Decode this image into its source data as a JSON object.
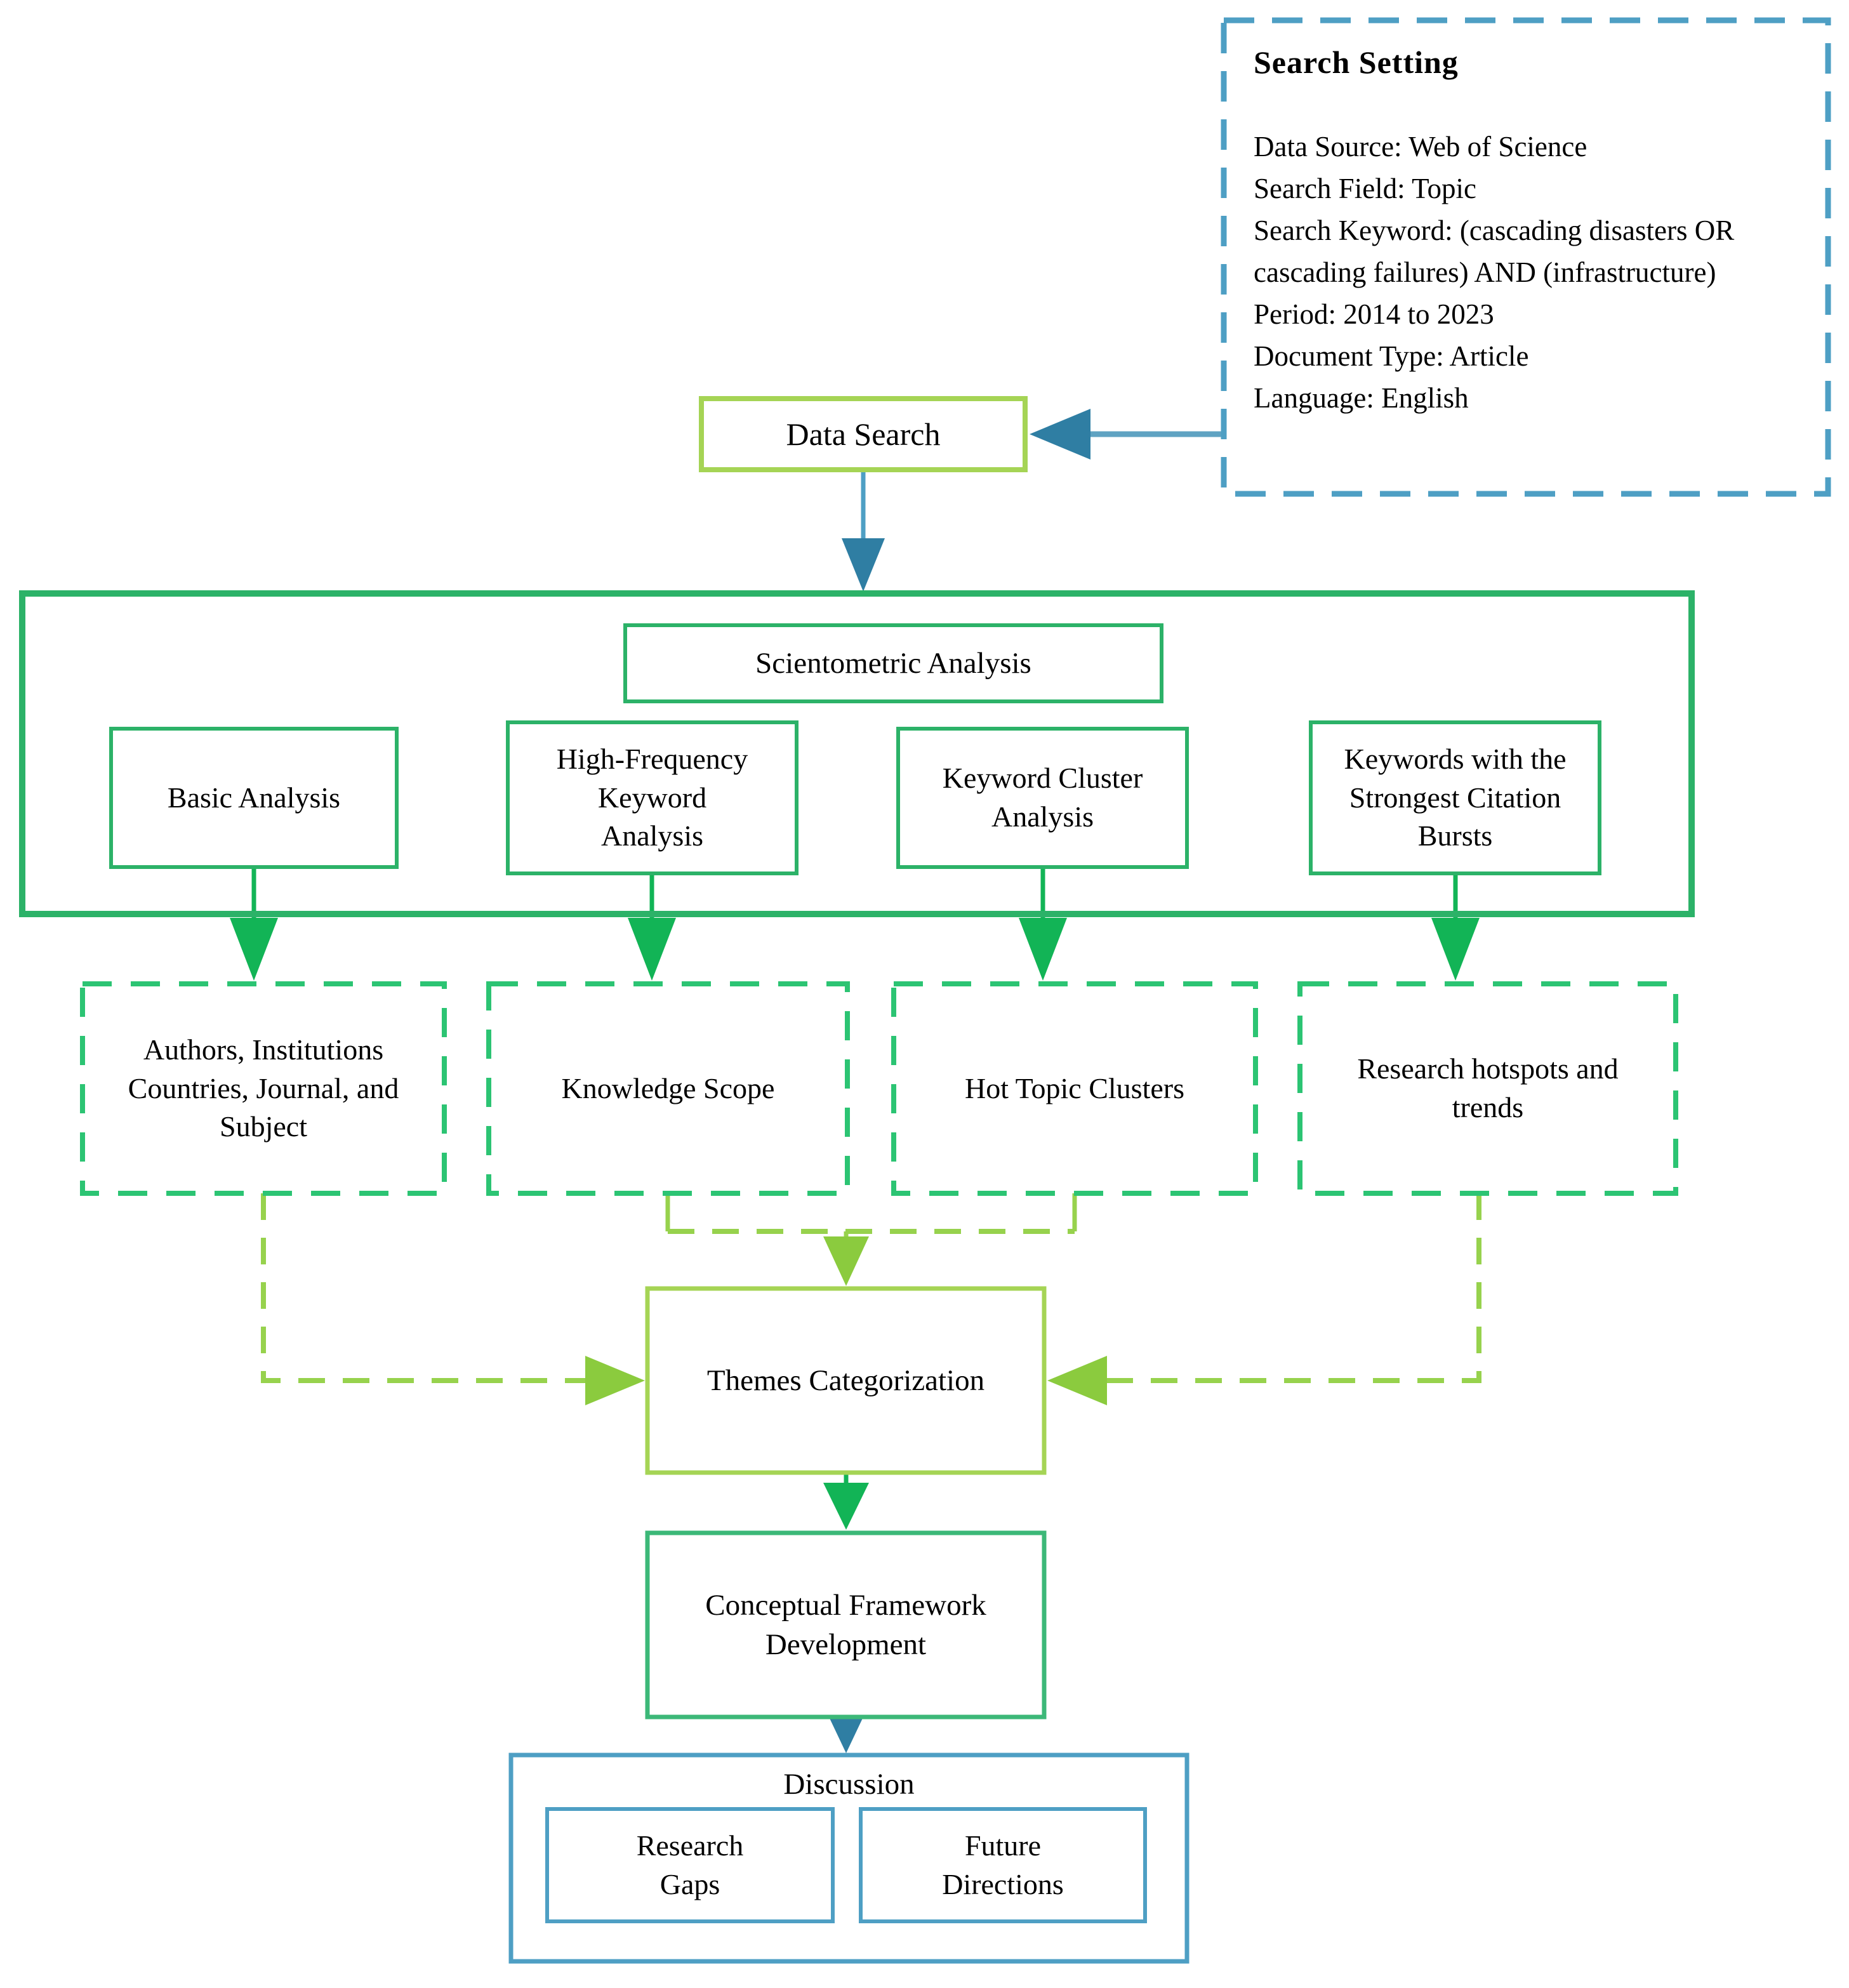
{
  "figure": {
    "type": "flowchart",
    "description": "Research methodology flow diagram: data search, scientometric analysis, themes categorization, conceptual framework development, discussion"
  },
  "search_setting": {
    "title": "Search Setting",
    "lines": [
      "Data Source: Web of Science",
      "Search Field: Topic",
      "Search Keyword: (cascading disasters OR cascading failures) AND (infrastructure)",
      "Period: 2014 to 2023",
      "Document Type: Article",
      "Language: English"
    ]
  },
  "nodes": {
    "data_search": "Data Search",
    "scientometric": "Scientometric Analysis",
    "basic_analysis": "Basic Analysis",
    "high_frequency": "High-Frequency Keyword Analysis",
    "keyword_cluster": "Keyword Cluster Analysis",
    "citation_bursts": "Keywords with the Strongest Citation Bursts",
    "authors": "Authors, Institutions Countries, Journal, and Subject",
    "knowledge_scope": "Knowledge Scope",
    "hot_topic": "Hot Topic Clusters",
    "research_hotspots": "Research hotspots and trends",
    "themes": "Themes Categorization",
    "conceptual": "Conceptual Framework Development",
    "discussion": "Discussion",
    "research_gaps": "Research Gaps",
    "future_directions": "Future Directions"
  },
  "colors": {
    "teal_border": "#4e9fc4",
    "teal_arrow_line": "#5fa3c2",
    "teal_arrow_head": "#2f7ea3",
    "green_solid": "#2cb268",
    "green_dashed": "#2cc473",
    "green_arrow": "#12b456",
    "light_green": "#97d24d",
    "light_green_head": "#8bcb3e",
    "yellow_green_box": "#a5d455",
    "spring_green_box": "#3cb878",
    "text": "#000000",
    "background": "#ffffff"
  }
}
